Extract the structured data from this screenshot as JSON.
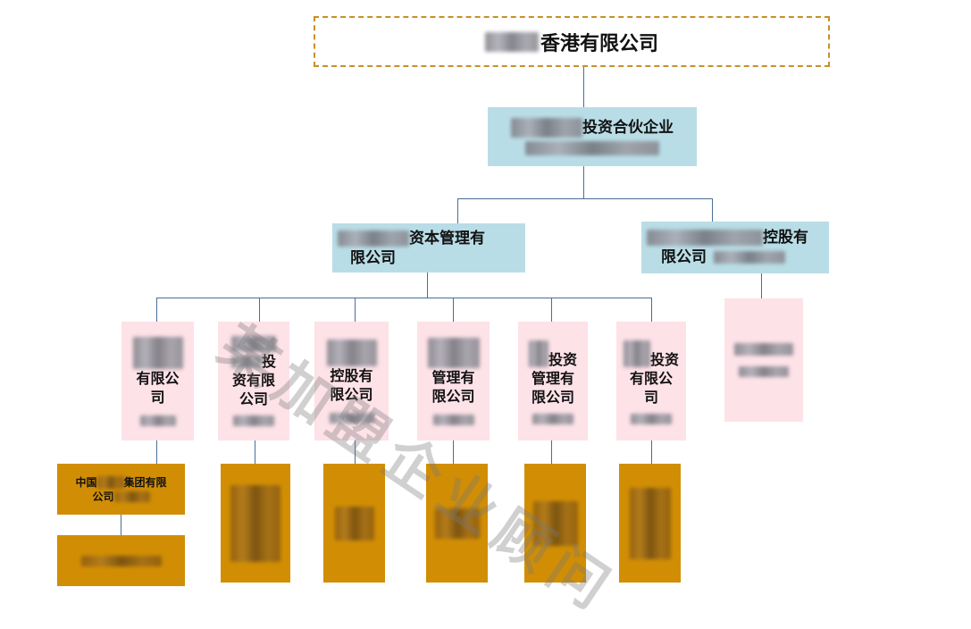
{
  "root": {
    "label": "香港有限公司"
  },
  "partnership": {
    "label": "投资合伙企业"
  },
  "level2": [
    {
      "line1": "资本管理有",
      "line2": "限公司"
    },
    {
      "line1": "控股有",
      "line2": "限公司"
    }
  ],
  "level3": [
    {
      "line1": "有限公",
      "line2": "司"
    },
    {
      "line1": "投",
      "line2": "资有限",
      "line3": "公司"
    },
    {
      "line1": "控股有",
      "line2": "限公司"
    },
    {
      "line1": "管理有",
      "line2": "限公司"
    },
    {
      "line1": "投资",
      "line2": "管理有",
      "line3": "限公司"
    },
    {
      "line1": "投资",
      "line2": "有限公",
      "line3": "司"
    }
  ],
  "level4": [
    {
      "label_a": "中国",
      "label_b": "集团有限",
      "label_c": "公司"
    }
  ],
  "watermark": "某加盟企业顾问",
  "colors": {
    "top_border": "#c8902a",
    "blue": "#b9dde6",
    "pink": "#fde2e8",
    "gold": "#d18e04",
    "line": "#4a6d96"
  }
}
